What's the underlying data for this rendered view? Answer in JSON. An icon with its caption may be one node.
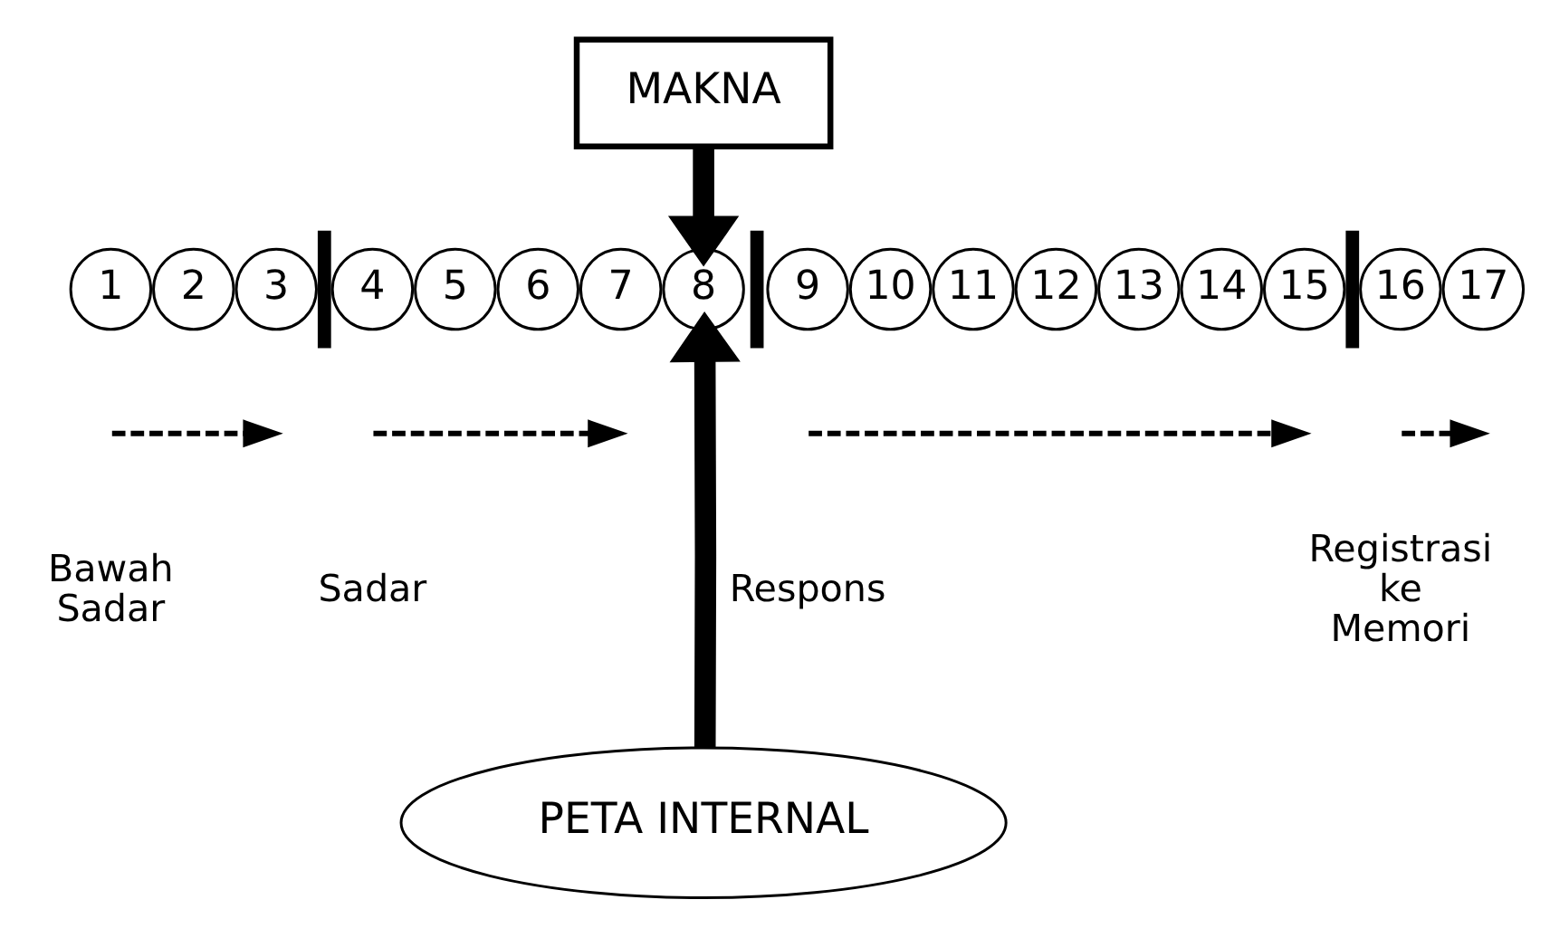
{
  "diagram": {
    "nodes": [
      {
        "text": [
          "MAKNA"
        ]
      },
      {
        "text": [
          "1"
        ]
      },
      {
        "text": [
          "2"
        ]
      },
      {
        "text": [
          "3"
        ]
      },
      {
        "text": [
          "4"
        ]
      },
      {
        "text": [
          "5"
        ]
      },
      {
        "text": [
          "6"
        ]
      },
      {
        "text": [
          "7"
        ]
      },
      {
        "text": [
          "8"
        ]
      },
      {
        "text": [
          "9"
        ]
      },
      {
        "text": [
          "10"
        ]
      },
      {
        "text": [
          "11"
        ]
      },
      {
        "text": [
          "12"
        ]
      },
      {
        "text": [
          "13"
        ]
      },
      {
        "text": [
          "14"
        ]
      },
      {
        "text": [
          "15"
        ]
      },
      {
        "text": [
          "16"
        ]
      },
      {
        "text": [
          "17"
        ]
      },
      {
        "text": [
          "PETA INTERNAL"
        ]
      }
    ],
    "edges": [
      {
        "from": 0,
        "to": 8,
        "arrow": "to"
      },
      {
        "from": 18,
        "to": 8,
        "arrow": "to"
      }
    ],
    "labels": [
      "Bawah Sadar",
      "Sadar",
      "Respons",
      "Registrasi ke Memori"
    ]
  }
}
